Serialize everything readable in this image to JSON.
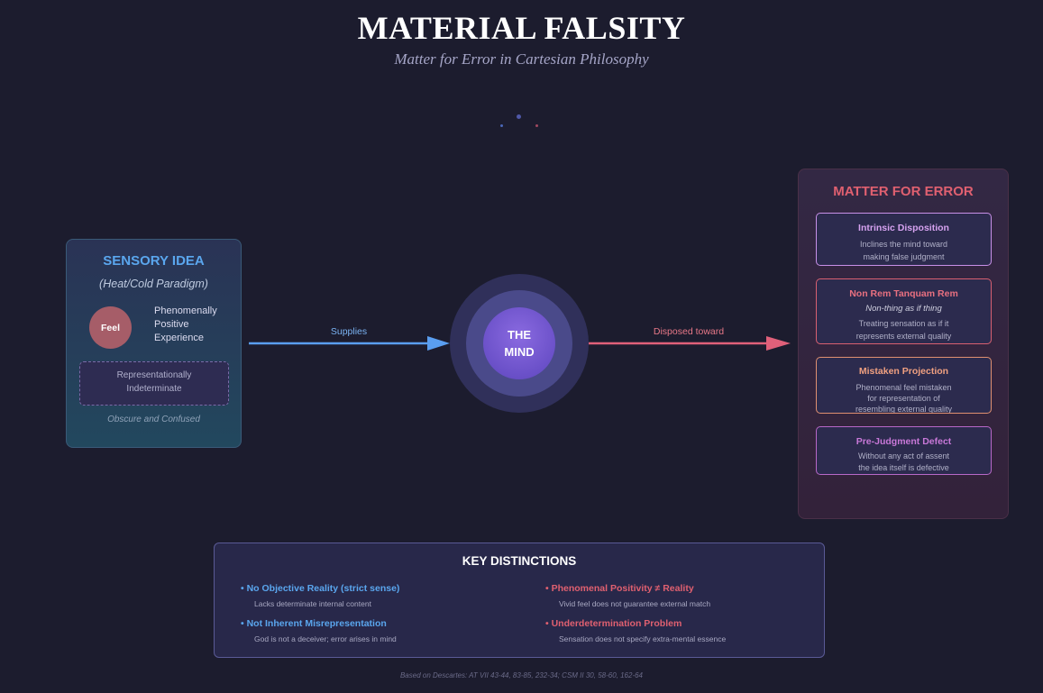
{
  "header": {
    "title": "MATERIAL FALSITY",
    "subtitle": "Matter for Error in Cartesian Philosophy"
  },
  "sensory_idea": {
    "title": "SENSORY IDEA",
    "subtitle": "(Heat/Cold Paradigm)",
    "feel_label": "Feel",
    "feel_description": [
      "Phenomenally",
      "Positive",
      "Experience"
    ],
    "representational": [
      "Representationally",
      "Indeterminate"
    ],
    "footer": "Obscure and Confused"
  },
  "mind": {
    "lines": [
      "THE",
      "MIND"
    ]
  },
  "arrows": {
    "supplies": "Supplies",
    "disposed_toward": "Disposed toward"
  },
  "matter_for_error": {
    "title": "MATTER FOR ERROR",
    "boxes": [
      {
        "title": "Intrinsic Disposition",
        "lines": [
          "Inclines the mind toward",
          "making false judgment"
        ],
        "color": "#d6a2f0"
      },
      {
        "title": "Non Rem Tanquam Rem",
        "italic": "Non-thing as if thing",
        "lines": [
          "Treating sensation as if it",
          "represents external quality"
        ],
        "color": "#e87080"
      },
      {
        "title": "Mistaken Projection",
        "lines": [
          "Phenomenal feel mistaken",
          "for representation of",
          "resembling external quality"
        ],
        "color": "#f0a080"
      },
      {
        "title": "Pre-Judgment Defect",
        "lines": [
          "Without any act of assent",
          "the idea itself is defective"
        ],
        "color": "#c878d8"
      }
    ]
  },
  "key_distinctions": {
    "title": "KEY DISTINCTIONS",
    "left": [
      {
        "heading": "• No Objective Reality (strict sense)",
        "text": "Lacks determinate internal content"
      },
      {
        "heading": "• Not Inherent Misrepresentation",
        "text": "God is not a deceiver; error arises in mind"
      }
    ],
    "right": [
      {
        "heading": "• Phenomenal Positivity ≠ Reality",
        "text": "Vivid feel does not guarantee external match"
      },
      {
        "heading": "• Underdetermination Problem",
        "text": "Sensation does not specify extra-mental essence"
      }
    ]
  },
  "footnote": "Based on Descartes: AT VII 43-44, 83-85, 232-34; CSM II 30, 58-60, 162-64",
  "colors": {
    "background": "#1c1c2e",
    "blue_accent": "#5aa6ee",
    "red_accent": "#e06070",
    "mind_purple": "#6a50c8"
  }
}
